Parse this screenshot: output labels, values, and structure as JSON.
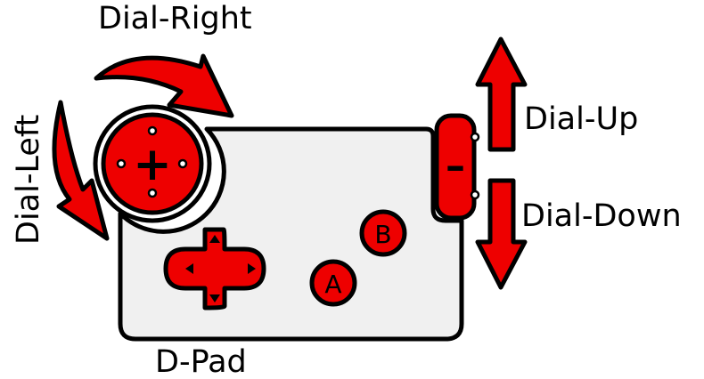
{
  "labels": {
    "dial_right": "Dial-Right",
    "dial_left": "Dial-Left",
    "dial_up": "Dial-Up",
    "dial_down": "Dial-Down",
    "dpad": "D-Pad"
  },
  "buttons": {
    "a": "A",
    "b": "B"
  },
  "dial": {
    "front_symbol": "+",
    "side_symbol": "–"
  },
  "colors": {
    "accent_red": "#ee0000",
    "body_fill": "#f0f0f0",
    "outline": "#000000"
  }
}
